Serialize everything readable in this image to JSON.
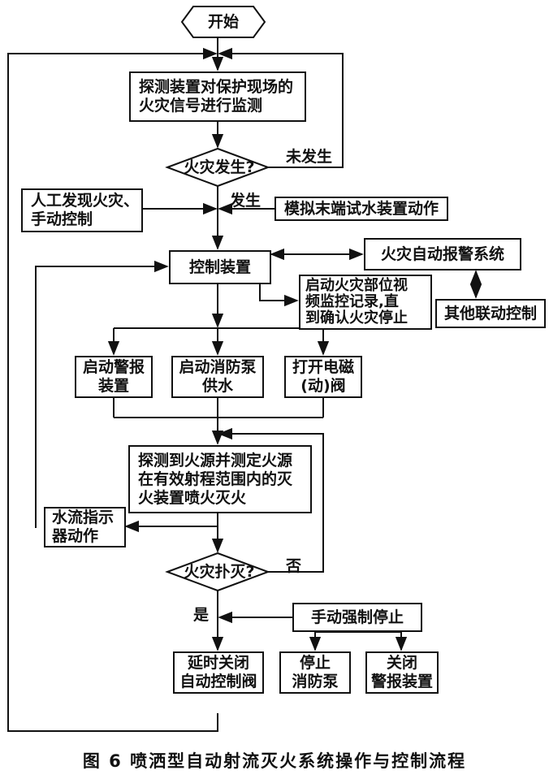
{
  "start": "开始",
  "monitor": "探测装置对保护现场的\n火灾信号进行监测",
  "fire_occurred_q": "火灾发生?",
  "not_occurred": "未发生",
  "occurred": "发生",
  "manual_detect": "人工发现火灾、\n手动控制",
  "end_test": "模拟末端试水装置动作",
  "control_device": "控制装置",
  "fire_alarm_system": "火灾自动报警系统",
  "video_monitor": "启动火灾部位视\n频监控记录,直\n到确认火灾停止",
  "other_linkage": "其他联动控制",
  "start_alarm": "启动警报\n装置",
  "start_pump": "启动消防泵\n供水",
  "open_valve": "打开电磁\n(动)阀",
  "detect_spray": "探测到火源并测定火源\n在有效射程范围内的灭\n火装置喷火灭火",
  "flow_indicator": "水流指示\n器动作",
  "extinguished_q": "火灾扑灭?",
  "no": "否",
  "yes": "是",
  "manual_stop": "手动强制停止",
  "close_valve": "延时关闭\n自动控制阀",
  "stop_pump": "停止\n消防泵",
  "close_alarm": "关闭\n警报装置",
  "caption": "图 6  喷洒型自动射流灭火系统操作与控制流程"
}
